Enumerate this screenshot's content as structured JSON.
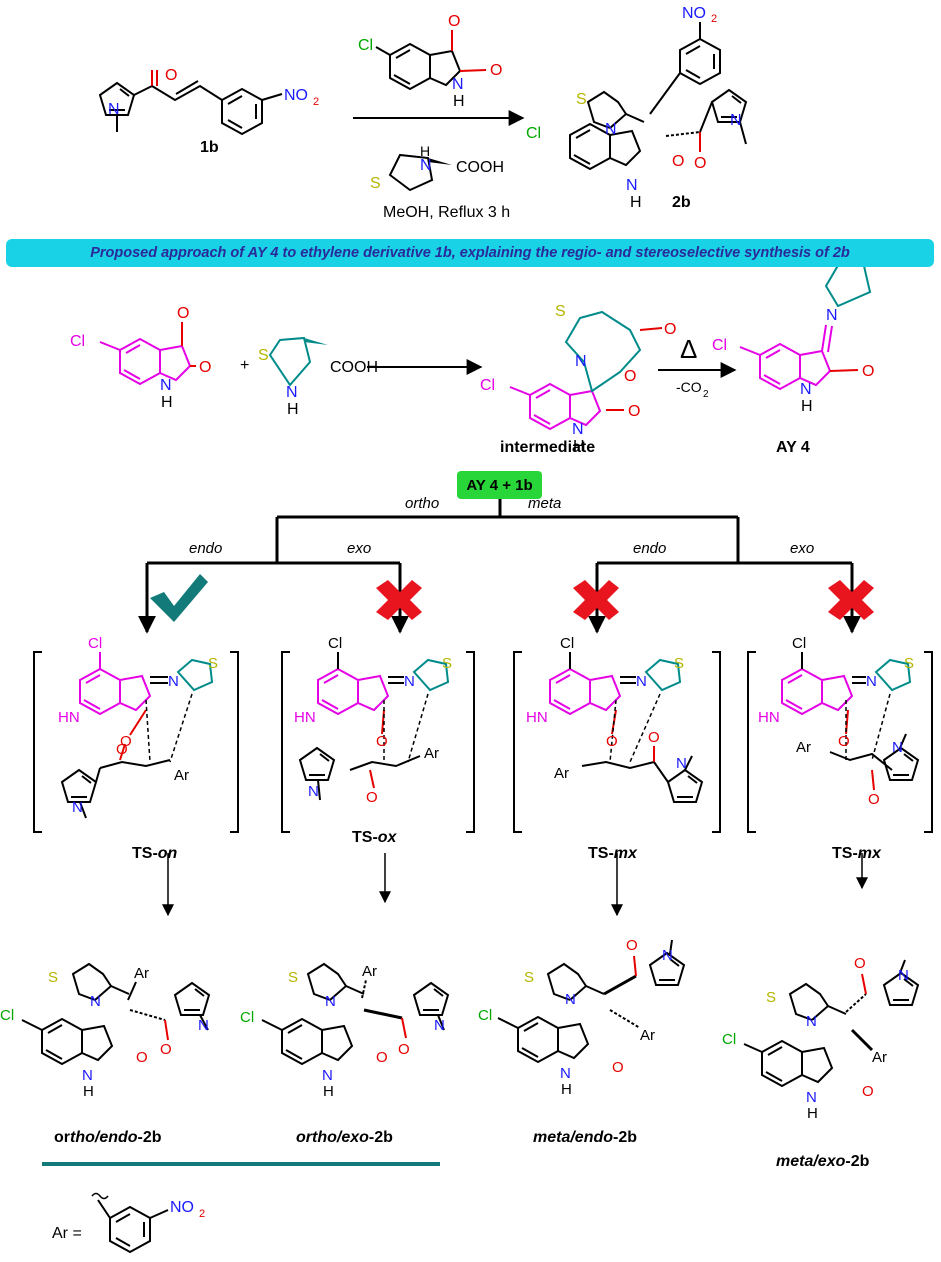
{
  "reaction": {
    "reactant_label": "1b",
    "product_label": "2b",
    "conditions": "MeOH, Reflux 3 h",
    "reagent_acid": "COOH"
  },
  "banner_text": "Proposed approach of AY 4 to ethylene derivative 1b, explaining the regio- and stereoselective synthesis of 2b",
  "mechanism": {
    "plus": "+",
    "acid_label": "COOH",
    "intermediate_label": "intermediate",
    "heat_symbol": "Δ",
    "loss": "-CO",
    "loss_sub": "2",
    "ylide_label": "AY 4"
  },
  "tree": {
    "root_label": "AY 4 + 1b",
    "branch_ortho": "ortho",
    "branch_meta": "meta",
    "endo": "endo",
    "exo": "exo"
  },
  "transition_states": [
    {
      "prefix": "TS-",
      "suffix": "on",
      "result": "favoured"
    },
    {
      "prefix": "TS-",
      "suffix": "ox",
      "result": "disfavoured"
    },
    {
      "prefix": "TS-",
      "suffix": "mx",
      "result": "disfavoured"
    },
    {
      "prefix": "TS-",
      "suffix": "mx",
      "result": "disfavoured"
    }
  ],
  "products": [
    {
      "a": "or",
      "b": "tho/endo",
      "c": "-2b"
    },
    {
      "a": "",
      "b": "ortho/exo",
      "c": "-2b"
    },
    {
      "a": "",
      "b": "meta/endo",
      "c": "-2b"
    },
    {
      "a": "",
      "b": "meta/exo",
      "c": "-2b"
    }
  ],
  "atoms": {
    "cl": "Cl",
    "n": "N",
    "s": "S",
    "o": "O",
    "nh": "NH",
    "hn": "HN",
    "h": "H",
    "ar": "Ar",
    "no": "NO",
    "no_sub": "2"
  },
  "legend": {
    "ar_eq": "Ar =",
    "no": "NO",
    "no_sub": "2"
  },
  "colors": {
    "oxindole": "#e600e6",
    "thiazolidine": "#008b8b",
    "sulfur": "#b5b500",
    "oxygen": "#e60000",
    "nitrogen": "#1a1aff",
    "banner": "#19d2e6",
    "root_box": "#28d63a",
    "check": "#127a78",
    "cross": "#e8141e",
    "rule": "#127a78"
  }
}
